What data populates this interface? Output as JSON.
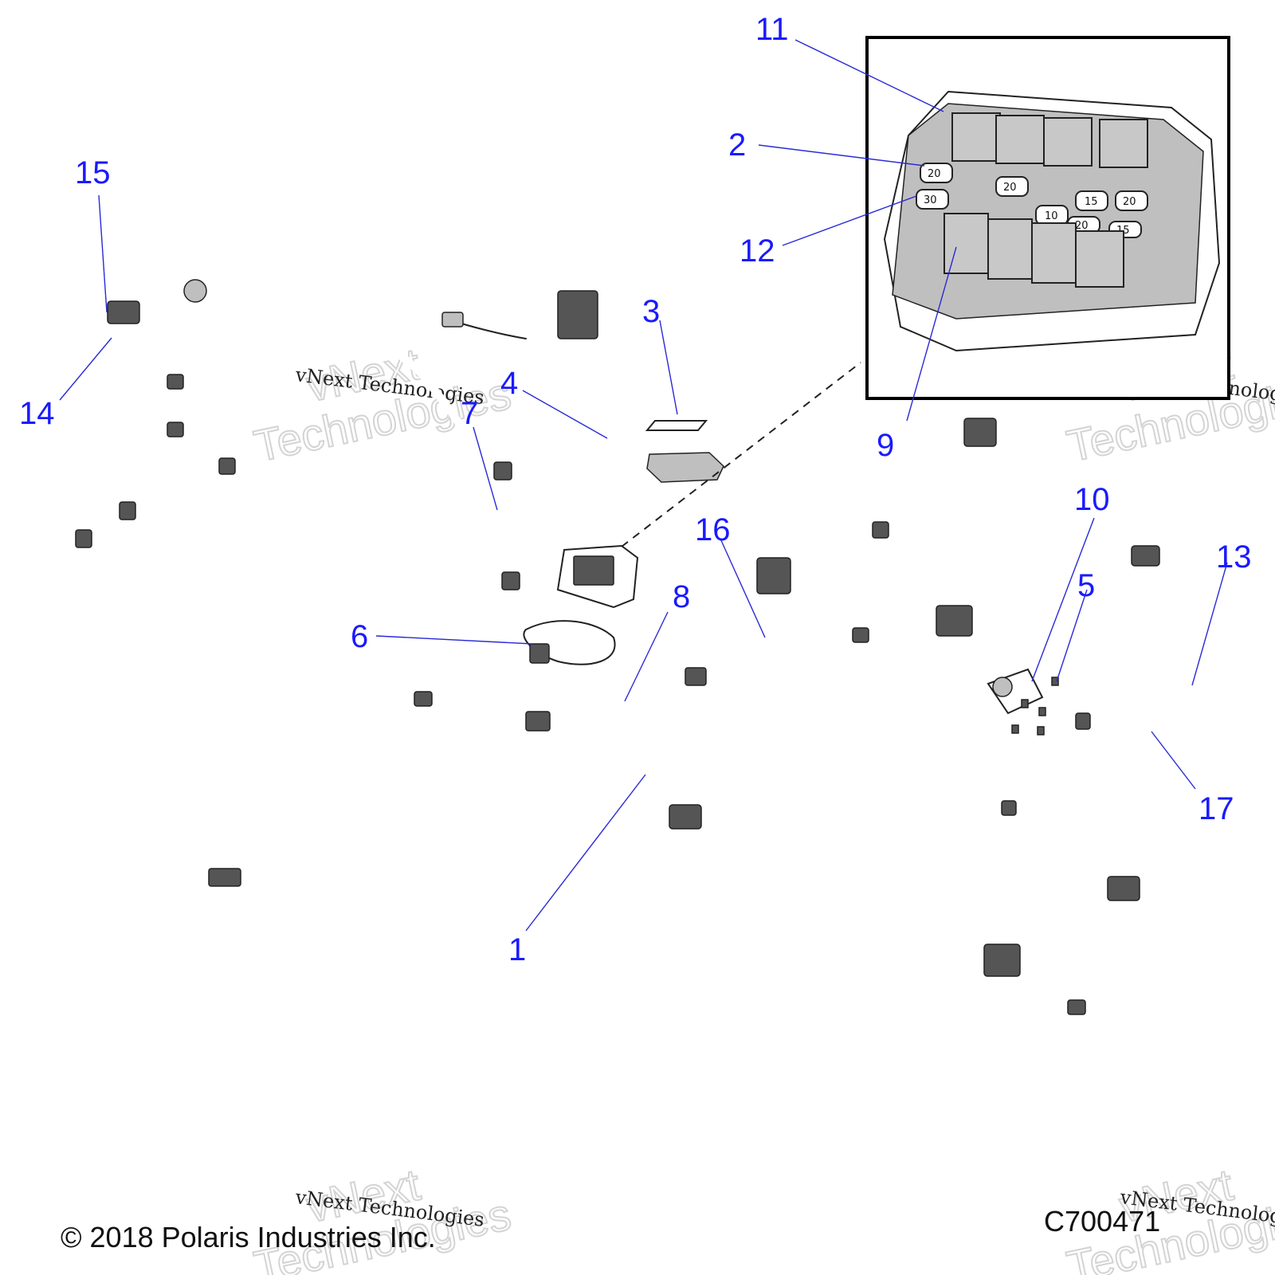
{
  "callouts": [
    {
      "id": "1",
      "label": "1"
    },
    {
      "id": "2",
      "label": "2"
    },
    {
      "id": "3",
      "label": "3"
    },
    {
      "id": "4",
      "label": "4"
    },
    {
      "id": "5",
      "label": "5"
    },
    {
      "id": "6",
      "label": "6"
    },
    {
      "id": "7",
      "label": "7"
    },
    {
      "id": "8",
      "label": "8"
    },
    {
      "id": "9",
      "label": "9"
    },
    {
      "id": "10",
      "label": "10"
    },
    {
      "id": "11",
      "label": "11"
    },
    {
      "id": "12",
      "label": "12"
    },
    {
      "id": "13",
      "label": "13"
    },
    {
      "id": "14",
      "label": "14"
    },
    {
      "id": "15",
      "label": "15"
    },
    {
      "id": "16",
      "label": "16"
    },
    {
      "id": "17",
      "label": "17"
    }
  ],
  "fuses": [
    "20",
    "30",
    "20",
    "10",
    "15",
    "20",
    "20",
    "15"
  ],
  "watermark": {
    "line1": "vNext",
    "line2": "Technologies",
    "small": "vNext Technologies"
  },
  "footer": {
    "copyright": "© 2018 Polaris Industries Inc.",
    "code": "C700471"
  },
  "colors": {
    "callout": "#1a1aff",
    "line": "#222222"
  }
}
